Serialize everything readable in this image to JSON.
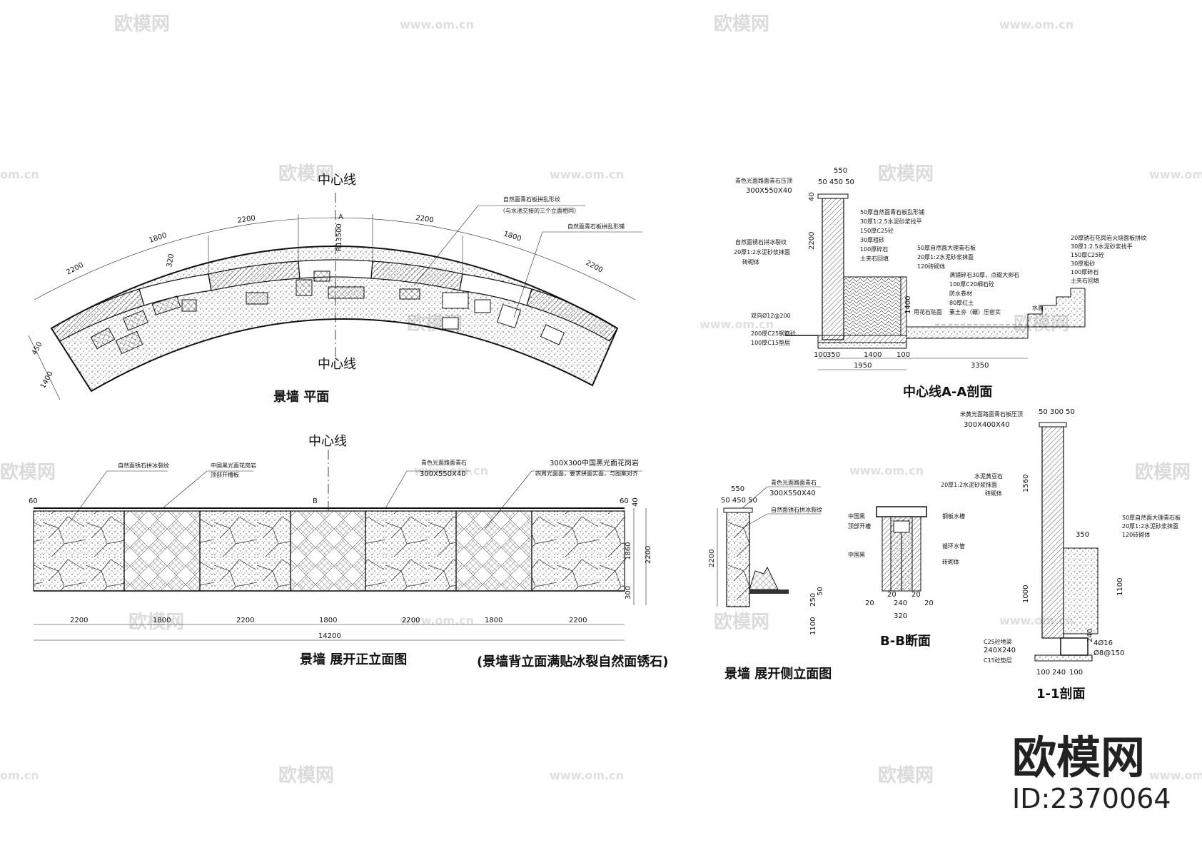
{
  "watermark": {
    "brand": "欧模网",
    "url": "www.om.cn",
    "url_short": "om.cn"
  },
  "corner": {
    "brand": "欧模网",
    "id": "ID:2370064"
  },
  "plan": {
    "title": "景墙 平面",
    "centerline_top": "中心线",
    "centerline_bottom": "中心线",
    "section_mark": "A",
    "radius": "R13500",
    "dims_outer": [
      "2200",
      "1800",
      "2200",
      "2200",
      "1800",
      "2200"
    ],
    "dim_320": "320",
    "dim_450": "450",
    "dim_1400": "1400",
    "note1": "自然面青石板拼乱形纹",
    "note1_sub": "（与水池交接的三个立面相同）",
    "note2": "自然面青石板拼乱形铺"
  },
  "front_elev": {
    "title": "景墙  展开正立面图",
    "subtitle": "(景墙背立面满贴冰裂自然面锈石)",
    "centerline": "中心线",
    "section_mark": "B",
    "note_a": "自然面锈石拼冰裂纹",
    "note_b1": "中国黑光面花岗岩",
    "note_b2": "顶部开槽板",
    "note_c1": "青色光面路面青石",
    "note_c2": "300X550X40",
    "note_d1": "300X300中国黑光面花岗岩",
    "note_d2": "四周光面面，要求拼面实面，与图案对齐",
    "dim_60": "60",
    "dims_bottom": [
      "2200",
      "1800",
      "2200",
      "1800",
      "2200",
      "1800",
      "2200"
    ],
    "dim_total": "14200",
    "dim_right_40": "40",
    "dim_right_1860": "1860",
    "dim_right_300": "300",
    "dim_right_2200": "2200"
  },
  "side_elev": {
    "title": "景墙   展开侧立面图",
    "note1": "青色光面路面青石",
    "note2": "300X550X40",
    "note3": "自然面锈石拼冰裂纹",
    "dim_550": "550",
    "dim_50_450_50": "50 450 50",
    "dim_2200": "2200",
    "dim_250": "250",
    "dim_50": "50",
    "dim_1100": "1100"
  },
  "section_aa": {
    "title": "中心线A-A剖面",
    "cap_note1": "青色光面路面青石压顶",
    "cap_note2": "300X550X40",
    "dim_550": "550",
    "dim_50_450_50": "50 450 50",
    "dim_40": "40",
    "dim_2200": "2200",
    "dim_1400": "1400",
    "left_notes": [
      "自然面锈石拼冰裂纹",
      "20厚1:2水泥砂浆抹面",
      "砖砌体"
    ],
    "bottom_left_notes": [
      "双向Ø12@200",
      "200厚C25钢筋砼",
      "100厚C15垫层"
    ],
    "layers": [
      "50厚自然面青石板乱形铺",
      "30厚1:2.5水泥砂浆找平",
      "150厚C25砼",
      "30厚粗砂",
      "100厚碎石",
      "土夹石回填"
    ],
    "pool_notes": [
      "50厚自然面大理青石板",
      "20厚1:2水泥砂浆抹面",
      "120砖砌体"
    ],
    "pool_bottom": [
      "满铺碎石30厚，点缀大卵石",
      "100厚C20细石砼",
      "防水卷材",
      "80厚红土",
      "素土夯（碾）压密实"
    ],
    "pool_edge": "用花石贴面",
    "water": "水面",
    "right_layers": [
      "20厚锈石花岗岩火烧面板拼纹",
      "30厚1:2.5水泥砂浆找平",
      "150厚C25砼",
      "30厚粗砂",
      "100厚碎石",
      "土夹石回填"
    ],
    "dims_bottom": [
      "100",
      "350",
      "1400",
      "100",
      "3350"
    ],
    "dim_1950": "1950"
  },
  "section_bb": {
    "title": "B-B断面",
    "left_notes": [
      "中国黑",
      "顶部开槽",
      "中国黑"
    ],
    "right_notes": [
      "钢板水槽",
      "循环水管",
      "砖砌体"
    ],
    "dims": [
      "20",
      "20",
      "240",
      "20",
      "20",
      "320"
    ]
  },
  "section_11": {
    "title": "1-1剖面",
    "cap_note1": "米黄光面路面青石板压顶",
    "cap_note2": "300X400X40",
    "dim_50_300_50": "50 300 50",
    "left_notes": [
      "水泥黄豆石",
      "20厚1:2水泥砂浆抹面",
      "砖砌体"
    ],
    "dim_1560": "1560",
    "dim_350": "350",
    "right_notes": [
      "50厚自然面大理青石板",
      "20厚1:2水泥砂浆抹面",
      "120砖砌体"
    ],
    "dim_1000": "1000",
    "dim_1100": "1100",
    "beam_notes": [
      "C25砼地梁",
      "240X240",
      "C15砼垫层"
    ],
    "rebar_notes": [
      "4Ø16",
      "Ø8@150"
    ],
    "dims_bottom": [
      "100",
      "240",
      "100"
    ],
    "dim_240": "240"
  }
}
